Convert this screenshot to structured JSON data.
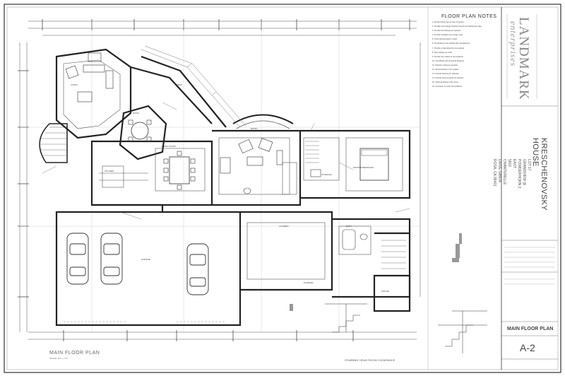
{
  "notes": {
    "title": "FLOOR PLAN NOTES",
    "items": [
      "1. All dimensions are to face of framing.",
      "2. All walls and ceilings shall be framed and finished per plan.",
      "3. Provide fire blocking as required.",
      "4. Provide insulation per energy code.",
      "5. Verify all dimensions in field.",
      "6. All windows to be verified with manufacturer.",
      "7. Provide smoke detectors as required.",
      "8. Stair railings per code.",
      "9. Provide GFI outlets at wet locations.",
      "10. Coordinate with structural drawings.",
      "11. Provide venting as required.",
      "12. All penetrations to be sealed.",
      "13. Provide blocking for cabinets.",
      "14. Provide access panels as required.",
      "15. Verify all finishes with owner.",
      "16. Contractor to verify all conditions."
    ]
  },
  "title_block": {
    "brand_main": "LANDMARK",
    "brand_sub": "enterprises",
    "project": "KRESCHENOVSKY HOUSE",
    "address_line1": "LOT 17 GRANDVIEW @ POWDERHORN 2 EAST",
    "address_line2": "5810 CHANTERELLE DRIVE SANTA ROSA, CA 95401",
    "sheet_title": "MAIN FLOOR PLAN",
    "sheet_number": "A-2"
  },
  "plan": {
    "title": "MAIN FLOOR PLAN",
    "scale": "SCALE: 1/4\" = 1'-0\"",
    "stair_note": "STAIRWAY HEAD ROOM CLEARANCE",
    "rooms": [
      "LIVING",
      "DINING ROOM",
      "KITCHEN",
      "NOOK",
      "MASTER BEDROOM",
      "GARAGE",
      "LAUNDRY",
      "BATH",
      "DECK",
      "ENTRY",
      "STORAGE",
      "POWDER",
      "OFFICE"
    ]
  }
}
